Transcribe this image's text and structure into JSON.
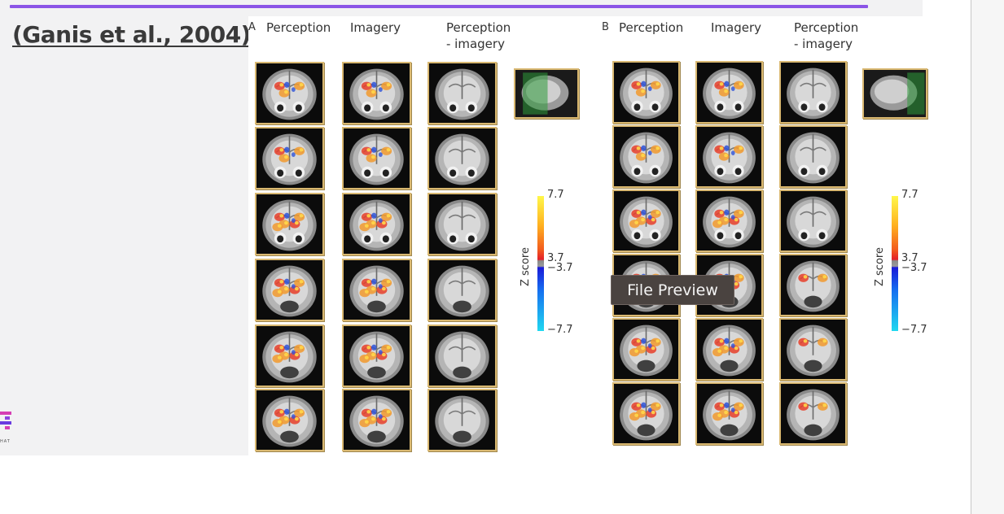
{
  "slide": {
    "title": "(Ganis et al., 2004)",
    "accent_color": "#8b55e6",
    "logo_text": "HAT"
  },
  "figure": {
    "panels": [
      {
        "letter": "A",
        "columns": [
          "Perception",
          "Imagery",
          "Perception\n- imagery"
        ],
        "colorbar": {
          "axis_label": "Z score",
          "ticks": [
            "7.7",
            "3.7",
            "−3.7",
            "−7.7"
          ]
        }
      },
      {
        "letter": "B",
        "columns": [
          "Perception",
          "Imagery",
          "Perception\n- imagery"
        ],
        "colorbar": {
          "axis_label": "Z score",
          "ticks": [
            "7.7",
            "3.7",
            "−3.7",
            "−7.7"
          ]
        }
      }
    ]
  },
  "tooltip": {
    "text": "File Preview"
  }
}
